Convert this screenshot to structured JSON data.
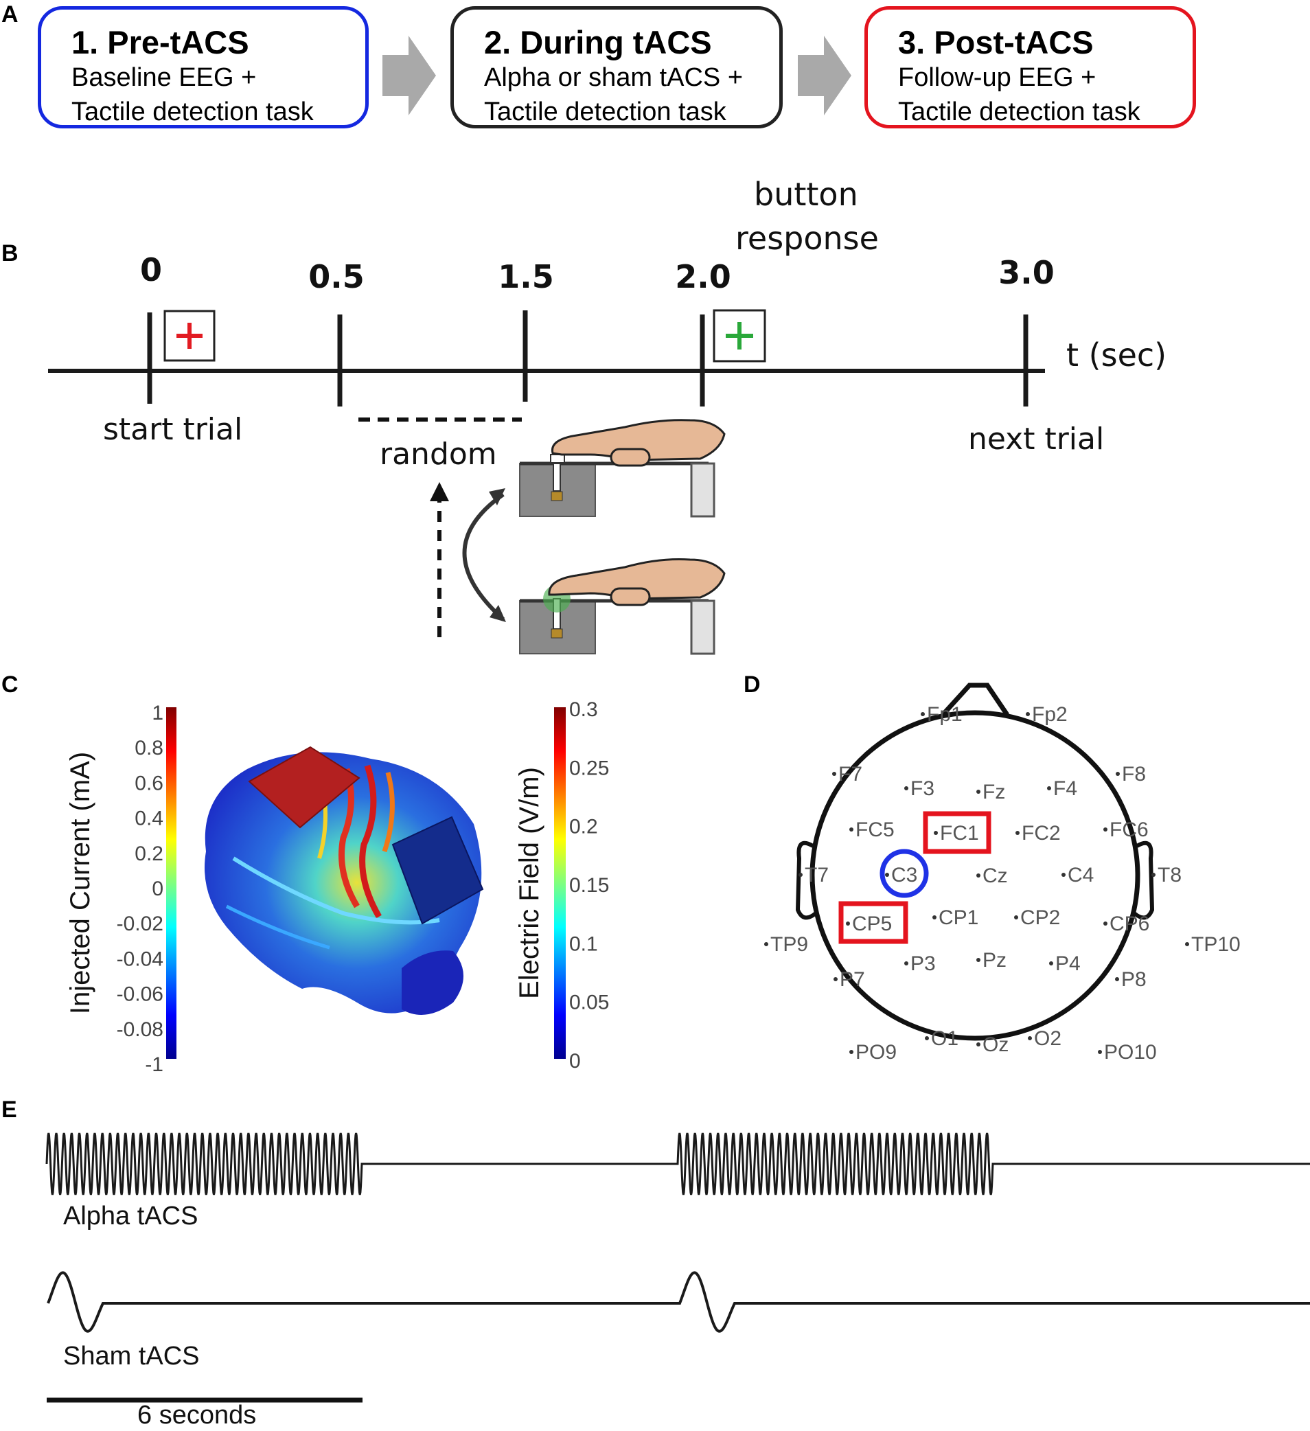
{
  "panels": {
    "a": "A",
    "b": "B",
    "c": "C",
    "d": "D",
    "e": "E"
  },
  "steps": [
    {
      "title": "1. Pre-tACS",
      "line1": "Baseline EEG +",
      "line2": "Tactile detection task",
      "color": "#1428e0"
    },
    {
      "title": "2. During tACS",
      "line1": "Alpha or sham tACS +",
      "line2": "Tactile detection task",
      "color": "#222222"
    },
    {
      "title": "3. Post-tACS",
      "line1": "Follow-up EEG +",
      "line2": "Tactile detection task",
      "color": "#e4141e"
    }
  ],
  "timeline": {
    "ticks": [
      "0",
      "0.5",
      "1.5",
      "2.0",
      "3.0"
    ],
    "axis_label": "t (sec)",
    "start": "start trial",
    "random": "random",
    "button_response_1": "button",
    "button_response_2": "response",
    "next": "next trial",
    "fixation_start_color": "#e21b22",
    "fixation_response_color": "#2aa83a"
  },
  "model": {
    "current_label": "Injected Current (mA)",
    "current_ticks": [
      "1",
      "0.8",
      "0.6",
      "0.4",
      "0.2",
      "0",
      "-0.02",
      "-0.04",
      "-0.06",
      "-0.08",
      "-1"
    ],
    "field_label": "Electric Field (V/m)",
    "field_ticks": [
      "0.3",
      "0.25",
      "0.2",
      "0.15",
      "0.1",
      "0.05",
      "0"
    ]
  },
  "eeg": {
    "electrodes": [
      "Fp1",
      "Fp2",
      "F7",
      "F3",
      "Fz",
      "F4",
      "F8",
      "FC5",
      "FC1",
      "FC2",
      "FC6",
      "T7",
      "C3",
      "Cz",
      "C4",
      "T8",
      "CP5",
      "CP1",
      "CP2",
      "CP6",
      "TP9",
      "TP10",
      "P7",
      "P3",
      "Pz",
      "P4",
      "P8",
      "PO9",
      "O1",
      "Oz",
      "O2",
      "PO10"
    ],
    "highlight_red": [
      "FC1",
      "CP5"
    ],
    "highlight_blue": [
      "C3"
    ]
  },
  "waves": {
    "alpha_label": "Alpha tACS",
    "sham_label": "Sham tACS",
    "scale_label": "6 seconds"
  }
}
